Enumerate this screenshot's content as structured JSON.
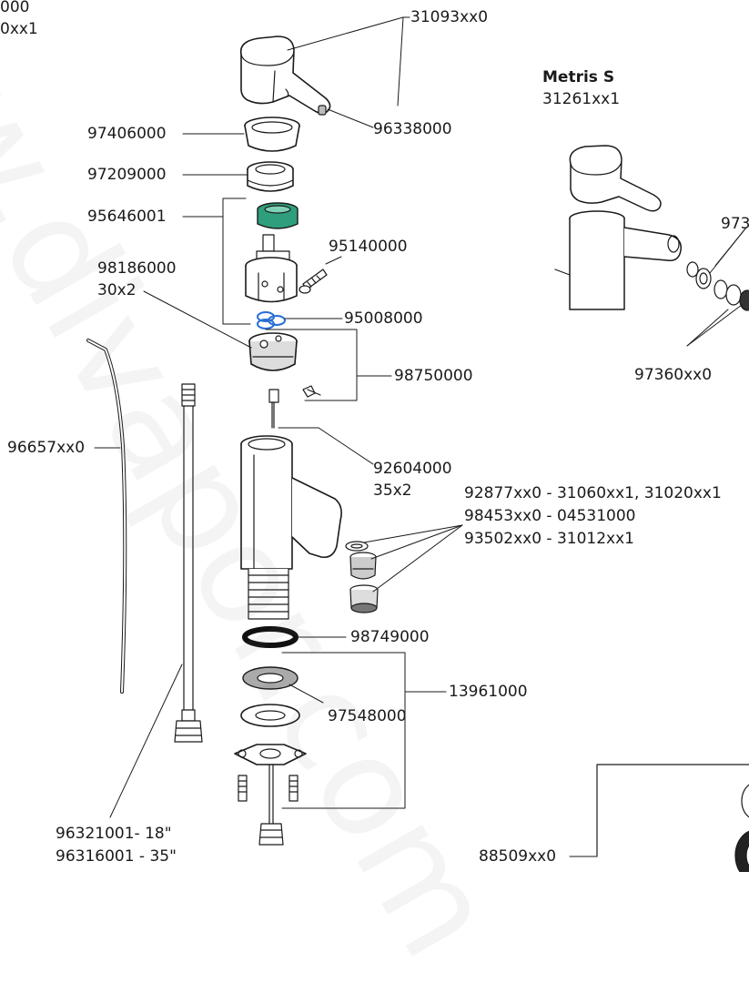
{
  "labels": {
    "edge_top_1": "000",
    "edge_top_2": "0xx1",
    "p31093": "31093xx0",
    "p96338": "96338000",
    "p97406": "97406000",
    "p97209": "97209000",
    "p95646": "95646001",
    "p95140": "95140000",
    "p98186": "98186000",
    "p98186_size": "30x2",
    "p95008": "95008000",
    "p98750": "98750000",
    "p96657": "96657xx0",
    "p92604": "92604000",
    "p92604_size": "35x2",
    "aerator_1": "92877xx0 - 31060xx1, 31020xx1",
    "aerator_2": "98453xx0 - 04531000",
    "aerator_3": "93502xx0 - 31012xx1",
    "p98749": "98749000",
    "p13961": "13961000",
    "p97548": "97548000",
    "hose_1": "96321001- 18\"",
    "hose_2": "96316001 - 35\"",
    "p88509": "88509xx0",
    "model_name": "Metris S",
    "model_number": "31261xx1",
    "p973_partial": "973",
    "p97360": "97360xx0"
  },
  "colors": {
    "line": "#1a1a1a",
    "cartridge_green": "#2e9e7c",
    "oring_blue": "#2a6fd6"
  }
}
